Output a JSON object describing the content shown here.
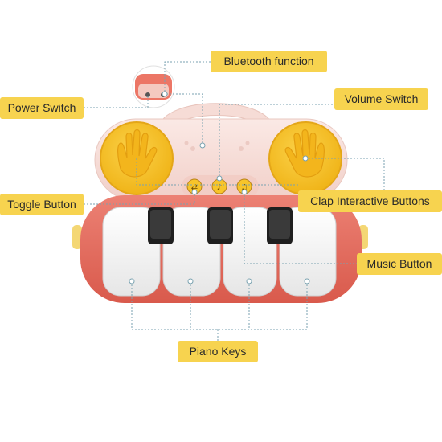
{
  "labels": {
    "bluetooth": "Bluetooth function",
    "power_switch": "Power Switch",
    "volume_switch": "Volume Switch",
    "toggle_button": "Toggle Button",
    "clap_buttons": "Clap Interactive Buttons",
    "music_button": "Music Button",
    "piano_keys": "Piano Keys"
  },
  "colors": {
    "callout_bg": "#f7d34f",
    "toy_body_pink": "#f6dcd6",
    "piano_base_red": "#e57062",
    "drum_yellow": "#f7c52a",
    "key_white": "#f2f2f2",
    "key_black": "#1a1a1a",
    "leader_line": "#7aa2b0"
  }
}
